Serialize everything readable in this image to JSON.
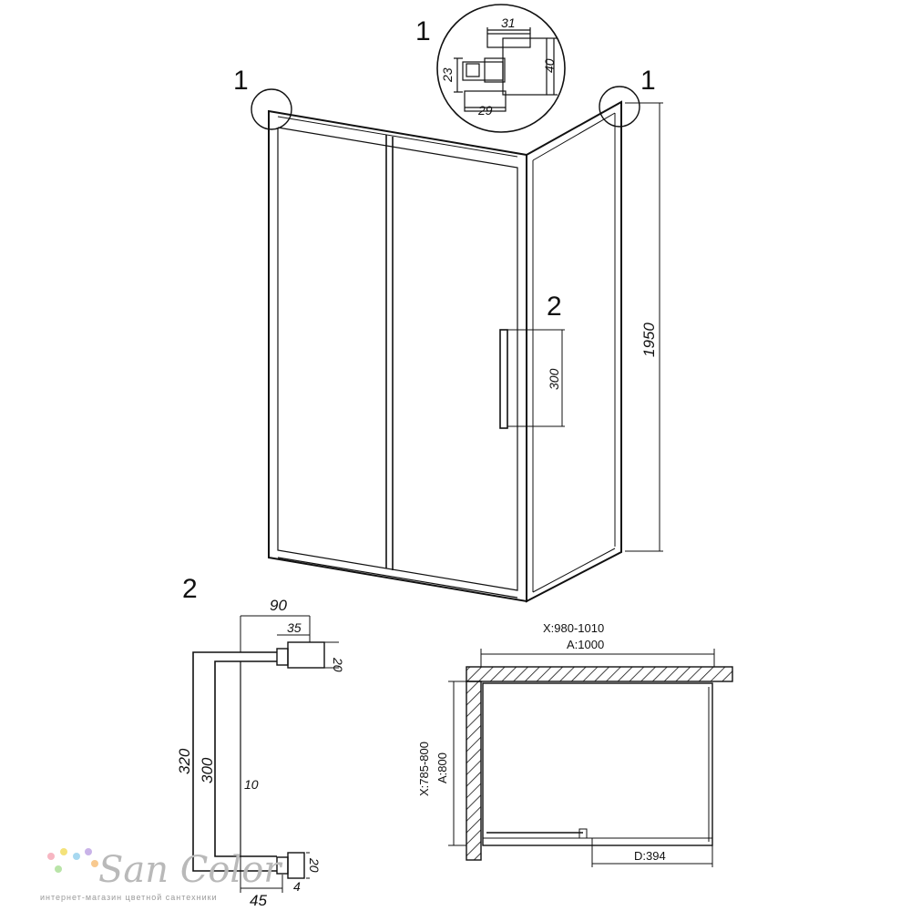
{
  "callouts": {
    "profile_top": "1",
    "corner_left": "1",
    "corner_right": "1",
    "handle_front": "2",
    "handle_detail": "2"
  },
  "profile": {
    "w_top": "31",
    "h_right": "40",
    "h_left": "23",
    "w_bottom": "29"
  },
  "elevation": {
    "height": "1950",
    "handle_len": "300"
  },
  "handle": {
    "depth": "90",
    "mount_w": "35",
    "mount_h_top": "20",
    "mount_h_bot": "20",
    "overall": "320",
    "grip": "300",
    "dia": "10",
    "offset": "4",
    "base": "45"
  },
  "plan": {
    "x_range": "X:980-1010",
    "a_width": "A:1000",
    "y_range": "X:785-800",
    "a_depth": "A:800",
    "door": "D:394"
  },
  "brand": {
    "name": "San Color",
    "tagline": "интернет-магазин цветной сантехники",
    "dot_colors": [
      "#f7b6c2",
      "#f4e27a",
      "#a7d8f0",
      "#c9b3e8",
      "#b9e4a8",
      "#f8c98f"
    ]
  }
}
